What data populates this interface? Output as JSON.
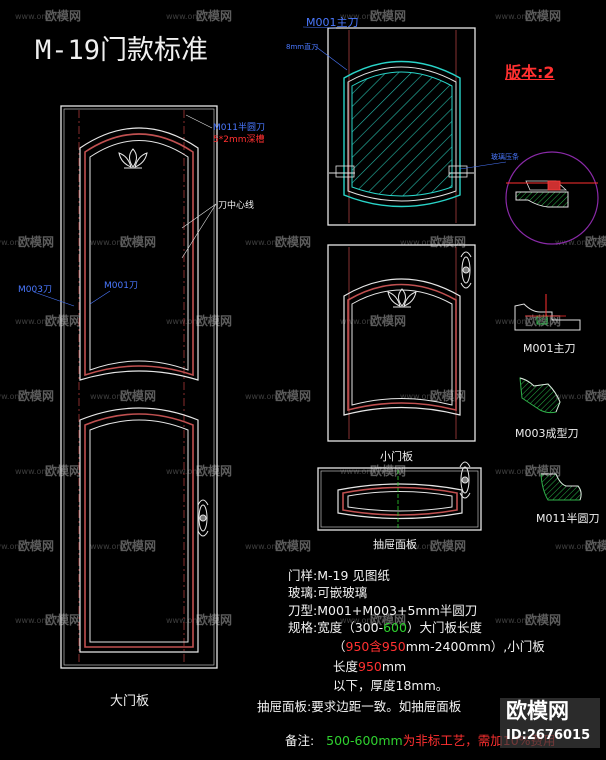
{
  "title": "M-19门款标准",
  "version": "版本:2",
  "watermark": {
    "brand": "欧模网",
    "site": "www.om.cn"
  },
  "labels": {
    "m001_main_top": "M001主刀",
    "m8_knife": "8mm直刀",
    "m011_half": "M011半圆刀",
    "groove": "5*2mm深槽",
    "knife_center": "刀中心线",
    "m003_left": "M003刀",
    "m001_left": "M001刀",
    "glass_ann": "玻璃压条",
    "small_door": "小门板",
    "drawer_face": "抽屉面板",
    "big_door": "大门板"
  },
  "profiles": [
    {
      "name": "M001主刀"
    },
    {
      "name": "M003成型刀"
    },
    {
      "name": "M011半圆刀"
    }
  ],
  "spec": {
    "door_label": "门样:",
    "door_value": "M-19 见图纸",
    "glass_label": "玻璃:",
    "glass_value": "可嵌玻璃",
    "knife_label": "刀型:",
    "knife_value": "M001+M003+5mm半圆刀",
    "size_label": "规格:",
    "size_a": "宽度（300-",
    "size_b": "600",
    "size_c": "）大门板长度",
    "size_d": "（",
    "size_e": "950含950",
    "size_f": "mm-2400mm）,小门板",
    "size_g": "长度",
    "size_h": "950",
    "size_i": "mm",
    "size_j": "以下，厚度18mm。",
    "drawer_label": "抽屉面板:",
    "drawer_value": "要求边距一致。如抽屉面板",
    "note_label": "备注:",
    "note_green": "500-600mm",
    "note_red": "为非标工艺，需加10%费用"
  },
  "stamp": {
    "brand": "欧模网",
    "id": "ID:2676015"
  }
}
